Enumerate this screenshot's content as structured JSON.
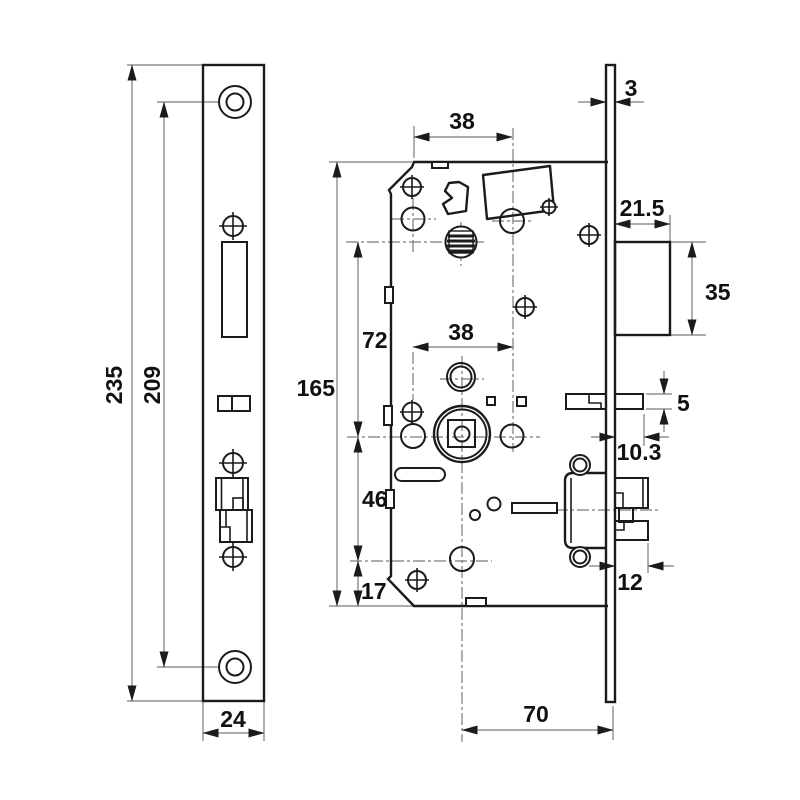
{
  "drawing": {
    "type": "mortise-lock-technical-drawing",
    "views": {
      "left": "strike-faceplate front view",
      "center": "lock case side view",
      "right": "faceplate edge view with latch and deadbolt"
    },
    "colors": {
      "outline": "#1b1b1b",
      "dimension_lines": "#7a7a7a",
      "text": "#111111",
      "background": "#ffffff"
    }
  },
  "dimensions": {
    "faceplate_height": "235",
    "screw_hole_spacing": "209",
    "faceplate_width": "24",
    "faceplate_thickness": "3",
    "top_edge_to_follower": "38",
    "follower_hole_spacing": "38",
    "latch_bolt_protrusion": "21.5",
    "latch_bolt_height": "35",
    "case_height": "165",
    "follower_to_spindle": "72",
    "spindle_to_deadbolt": "46",
    "deadbolt_to_case_bottom": "17",
    "aux_bolt_thickness": "5",
    "aux_bolt_protrusion": "10.3",
    "deadbolt_protrusion": "12",
    "backset": "70"
  }
}
